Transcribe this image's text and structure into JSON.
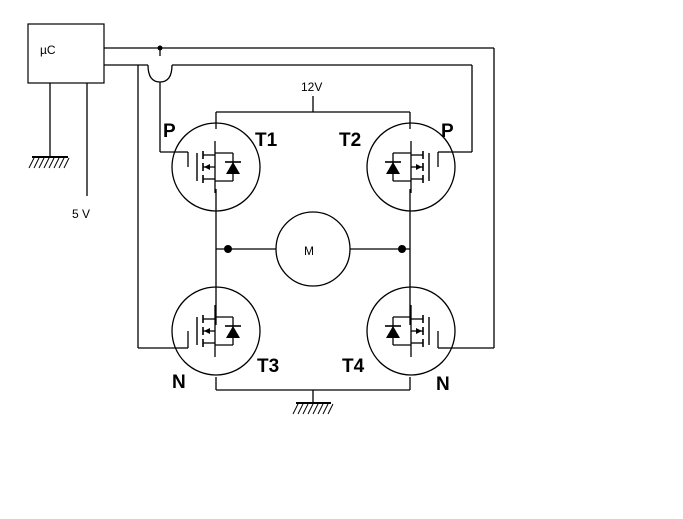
{
  "labels": {
    "microcontroller": "µC",
    "supply_voltage": "12V",
    "logic_voltage": "5  V",
    "motor": "M",
    "t1_name": "T1",
    "t2_name": "T2",
    "t3_name": "T3",
    "t4_name": "T4",
    "t1_type": "P",
    "t2_type": "P",
    "t3_type": "N",
    "t4_type": "N"
  }
}
